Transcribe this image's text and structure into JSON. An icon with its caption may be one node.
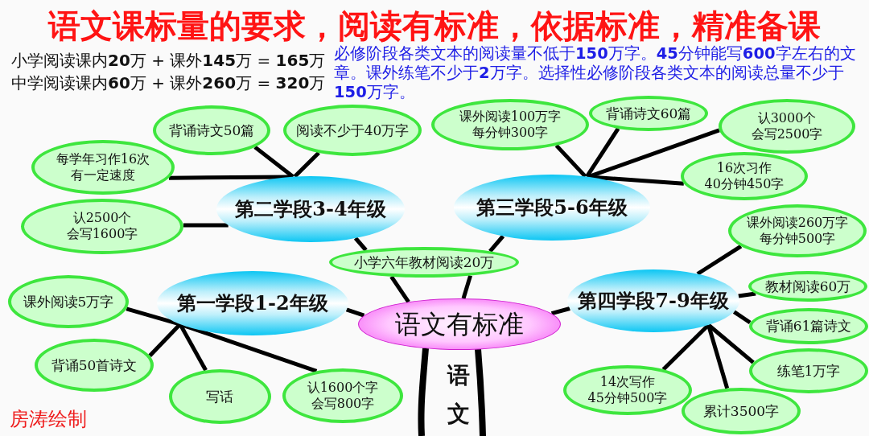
{
  "diagram": {
    "title": "语文课标量的要求，阅读有标准，依据标准，精准备课",
    "nodes": [
      {
        "text": [
          "语文有标准"
        ]
      },
      {
        "text": [
          "第二学段3-4年级"
        ]
      },
      {
        "text": [
          "背诵诗文50篇"
        ]
      },
      {
        "text": [
          "阅读不少于40万字"
        ]
      },
      {
        "text": [
          "每学年习作16次",
          "有一定速度"
        ]
      },
      {
        "text": [
          "认2500个",
          "会写1600字"
        ]
      },
      {
        "text": [
          "第三学段5-6年级"
        ]
      },
      {
        "text": [
          "课外阅读100万字",
          "每分钟300字"
        ]
      },
      {
        "text": [
          "背诵诗文60篇"
        ]
      },
      {
        "text": [
          "认3000个",
          "会写2500字"
        ]
      },
      {
        "text": [
          "16次习作",
          "40分钟450字"
        ]
      },
      {
        "text": [
          "小学六年教材阅读20万"
        ]
      },
      {
        "text": [
          "第一学段1-2年级"
        ]
      },
      {
        "text": [
          "课外阅读5万字"
        ]
      },
      {
        "text": [
          "背诵50首诗文"
        ]
      },
      {
        "text": [
          "写话"
        ]
      },
      {
        "text": [
          "认1600个字",
          "会写800字"
        ]
      },
      {
        "text": [
          "第四学段7-9年级"
        ]
      },
      {
        "text": [
          "课外阅读260万字",
          "每分钟500字"
        ]
      },
      {
        "text": [
          "教材阅读60万"
        ]
      },
      {
        "text": [
          "背诵61篇诗文"
        ]
      },
      {
        "text": [
          "练笔1万字"
        ]
      },
      {
        "text": [
          "14次写作",
          "45分钟500字"
        ]
      },
      {
        "text": [
          "累计3500字"
        ]
      }
    ],
    "edges": [
      {
        "from": 1,
        "to": 11,
        "arrow": "none"
      },
      {
        "from": 11,
        "to": 0,
        "arrow": "none"
      },
      {
        "from": 6,
        "to": 11,
        "arrow": "none"
      },
      {
        "from": 11,
        "to": 0,
        "arrow": "none"
      },
      {
        "from": 0,
        "to": 12,
        "arrow": "none"
      },
      {
        "from": 0,
        "to": 17,
        "arrow": "none"
      },
      {
        "from": 1,
        "to": 2,
        "arrow": "none"
      },
      {
        "from": 1,
        "to": 3,
        "arrow": "none"
      },
      {
        "from": 1,
        "to": 4,
        "arrow": "none"
      },
      {
        "from": 1,
        "to": 5,
        "arrow": "none"
      },
      {
        "from": 6,
        "to": 7,
        "arrow": "none"
      },
      {
        "from": 6,
        "to": 8,
        "arrow": "none"
      },
      {
        "from": 6,
        "to": 9,
        "arrow": "none"
      },
      {
        "from": 6,
        "to": 10,
        "arrow": "none"
      },
      {
        "from": 12,
        "to": 13,
        "arrow": "none"
      },
      {
        "from": 12,
        "to": 14,
        "arrow": "none"
      },
      {
        "from": 12,
        "to": 15,
        "arrow": "none"
      },
      {
        "from": 12,
        "to": 16,
        "arrow": "none"
      },
      {
        "from": 17,
        "to": 18,
        "arrow": "none"
      },
      {
        "from": 17,
        "to": 19,
        "arrow": "none"
      },
      {
        "from": 17,
        "to": 20,
        "arrow": "none"
      },
      {
        "from": 17,
        "to": 21,
        "arrow": "none"
      },
      {
        "from": 17,
        "to": 22,
        "arrow": "none"
      },
      {
        "from": 17,
        "to": 23,
        "arrow": "none"
      }
    ],
    "labels": [
      "小学阅读课内**20**万 + 课外**145**万 = **165**万",
      "中学阅读课内**60**万 + 课外**260**万 = **320**万",
      "必修阶段各类文本的阅读量不低于**150**万字。**45**分钟能写**600**字左右的文章。课外练笔不少于**2**万字。选择性必修阶段各类文本的阅读总量不少于**150**万字。",
      "语文",
      "房涛绘制"
    ]
  }
}
